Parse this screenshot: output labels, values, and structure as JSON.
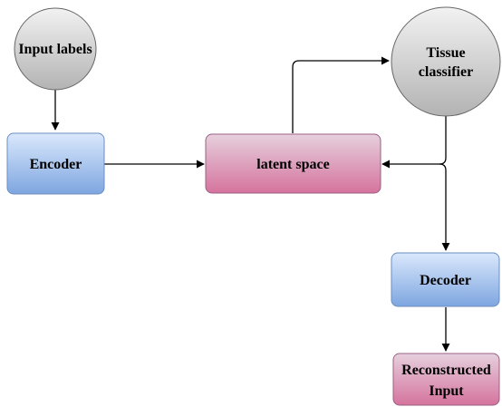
{
  "nodes": {
    "input_labels": {
      "label": "Input labels"
    },
    "encoder": {
      "label": "Encoder"
    },
    "latent_space": {
      "label": "latent space"
    },
    "tissue_classifier": {
      "line1": "Tissue",
      "line2": "classifier"
    },
    "decoder": {
      "label": "Decoder"
    },
    "reconstructed_input": {
      "line1": "Reconstructed",
      "line2": "Input"
    }
  },
  "colors": {
    "grey_node_light": "#f2f2f2",
    "grey_node_dark": "#b3b3b3",
    "blue_node_light": "#dae8fc",
    "blue_node_dark": "#7ea6e0",
    "blue_stroke": "#6c8ebf",
    "pink_node_light": "#e6d0de",
    "pink_node_dark": "#d5739d",
    "pink_stroke": "#996185",
    "edge": "#000000"
  }
}
